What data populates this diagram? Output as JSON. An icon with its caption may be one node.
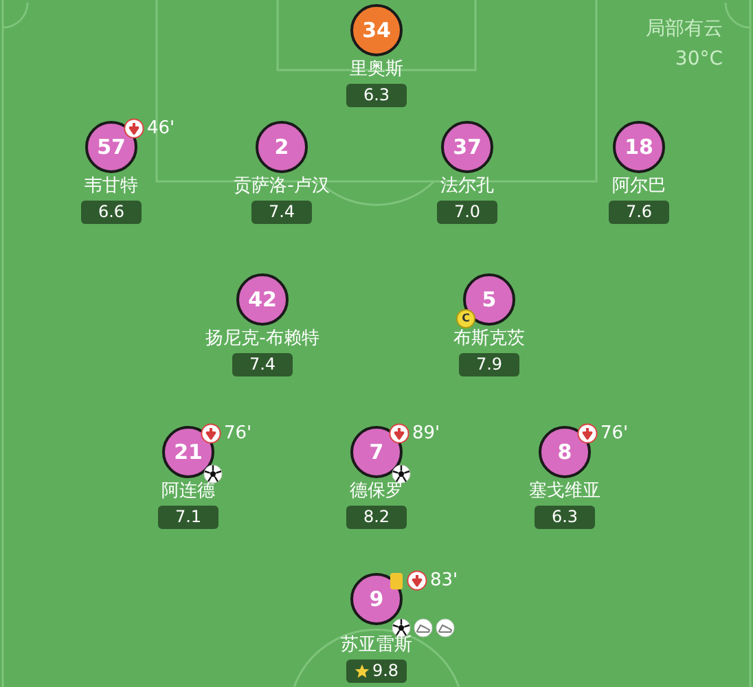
{
  "diagram": {
    "nodes": [
      {
        "text": [
          "34"
        ],
        "beside": [
          "里奥斯",
          "6.3"
        ]
      },
      {
        "text": [
          "57"
        ],
        "beside": [
          "韦甘特",
          "6.6",
          "46'"
        ]
      },
      {
        "text": [
          "2"
        ],
        "beside": [
          "贡萨洛-卢汉",
          "7.4"
        ]
      },
      {
        "text": [
          "37"
        ],
        "beside": [
          "法尔孔",
          "7.0"
        ]
      },
      {
        "text": [
          "18"
        ],
        "beside": [
          "阿尔巴",
          "7.6"
        ]
      },
      {
        "text": [
          "42"
        ],
        "beside": [
          "扬尼克-布赖特",
          "7.4"
        ]
      },
      {
        "text": [
          "5"
        ],
        "beside": [
          "布斯克茨",
          "7.9"
        ]
      },
      {
        "text": [
          "21"
        ],
        "beside": [
          "阿连德",
          "7.1",
          "76'"
        ]
      },
      {
        "text": [
          "7"
        ],
        "beside": [
          "德保罗",
          "8.2",
          "89'"
        ]
      },
      {
        "text": [
          "8"
        ],
        "beside": [
          "塞戈维亚",
          "6.3",
          "76'"
        ]
      },
      {
        "text": [
          "9"
        ],
        "beside": [
          "苏亚雷斯",
          "9.8",
          "83'"
        ]
      }
    ],
    "labels": [
      "局部有云",
      "30°C",
      "C"
    ]
  }
}
